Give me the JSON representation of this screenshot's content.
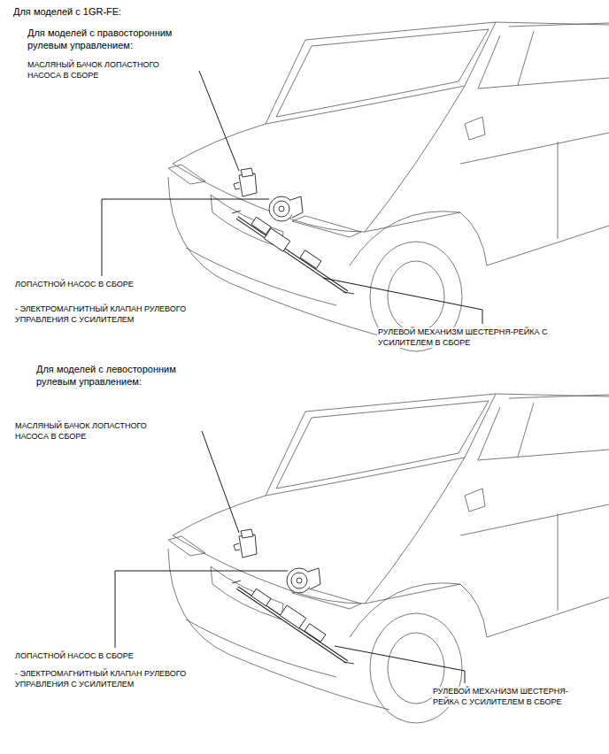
{
  "diagram": {
    "title": "Для моделей с 1GR-FE:",
    "labels": [
      "Для моделей с правосторонним рулевым управлением:",
      "МАСЛЯНЫЙ БАЧОК ЛОПАСТНОГО НАСОСА В СБОРЕ",
      "ЛОПАСТНОЙ НАСОС В СБОРЕ",
      "- ЭЛЕКТРОМАГНИТНЫЙ КЛАПАН РУЛЕВОГО УПРАВЛЕНИЯ С УСИЛИТЕЛЕМ",
      "РУЛЕВОЙ МЕХАНИЗМ ШЕСТЕРНЯ-РЕЙКА С УСИЛИТЕЛЕМ В СБОРЕ",
      "Для моделей с левосторонним рулевым управлением:",
      "МАСЛЯНЫЙ БАЧОК ЛОПАСТНОГО НАСОСА В СБОРЕ",
      "ЛОПАСТНОЙ НАСОС В СБОРЕ",
      "- ЭЛЕКТРОМАГНИТНЫЙ КЛАПАН РУЛЕВОГО УПРАВЛЕНИЯ С УСИЛИТЕЛЕМ",
      "РУЛЕВОЙ МЕХАНИЗМ ШЕСТЕРНЯ-РЕЙКА С УСИЛИТЕЛЕМ В СБОРЕ"
    ]
  }
}
